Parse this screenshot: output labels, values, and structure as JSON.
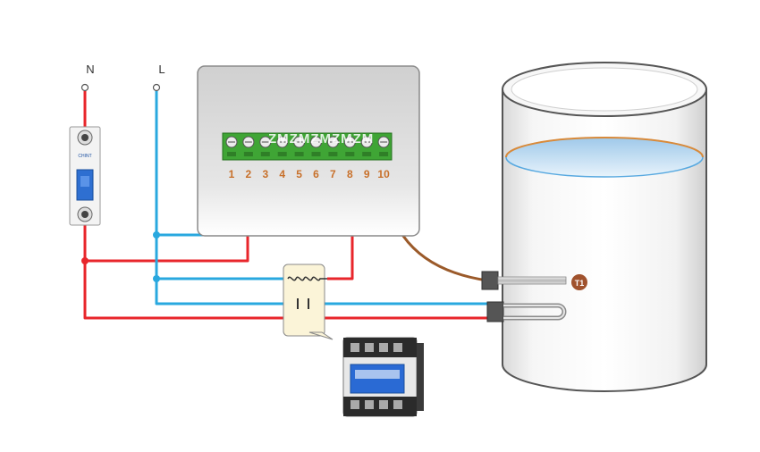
{
  "supply": {
    "neutral_label": "N",
    "live_label": "L"
  },
  "breaker": {
    "brand_text": "CHINT"
  },
  "controller": {
    "terminals": [
      "1",
      "2",
      "3",
      "4",
      "5",
      "6",
      "7",
      "8",
      "9",
      "10"
    ],
    "watermark": "ZMZMZMZMZM"
  },
  "tank": {
    "sensor_label": "T1"
  },
  "colors": {
    "neutral_wire": "#e8262b",
    "live_wire": "#29a8df",
    "sensor_wire": "#9b5a2a",
    "terminal_block": "#3fa535",
    "terminal_numbers": "#c8702a",
    "controller_body": "#dcdcdc"
  }
}
